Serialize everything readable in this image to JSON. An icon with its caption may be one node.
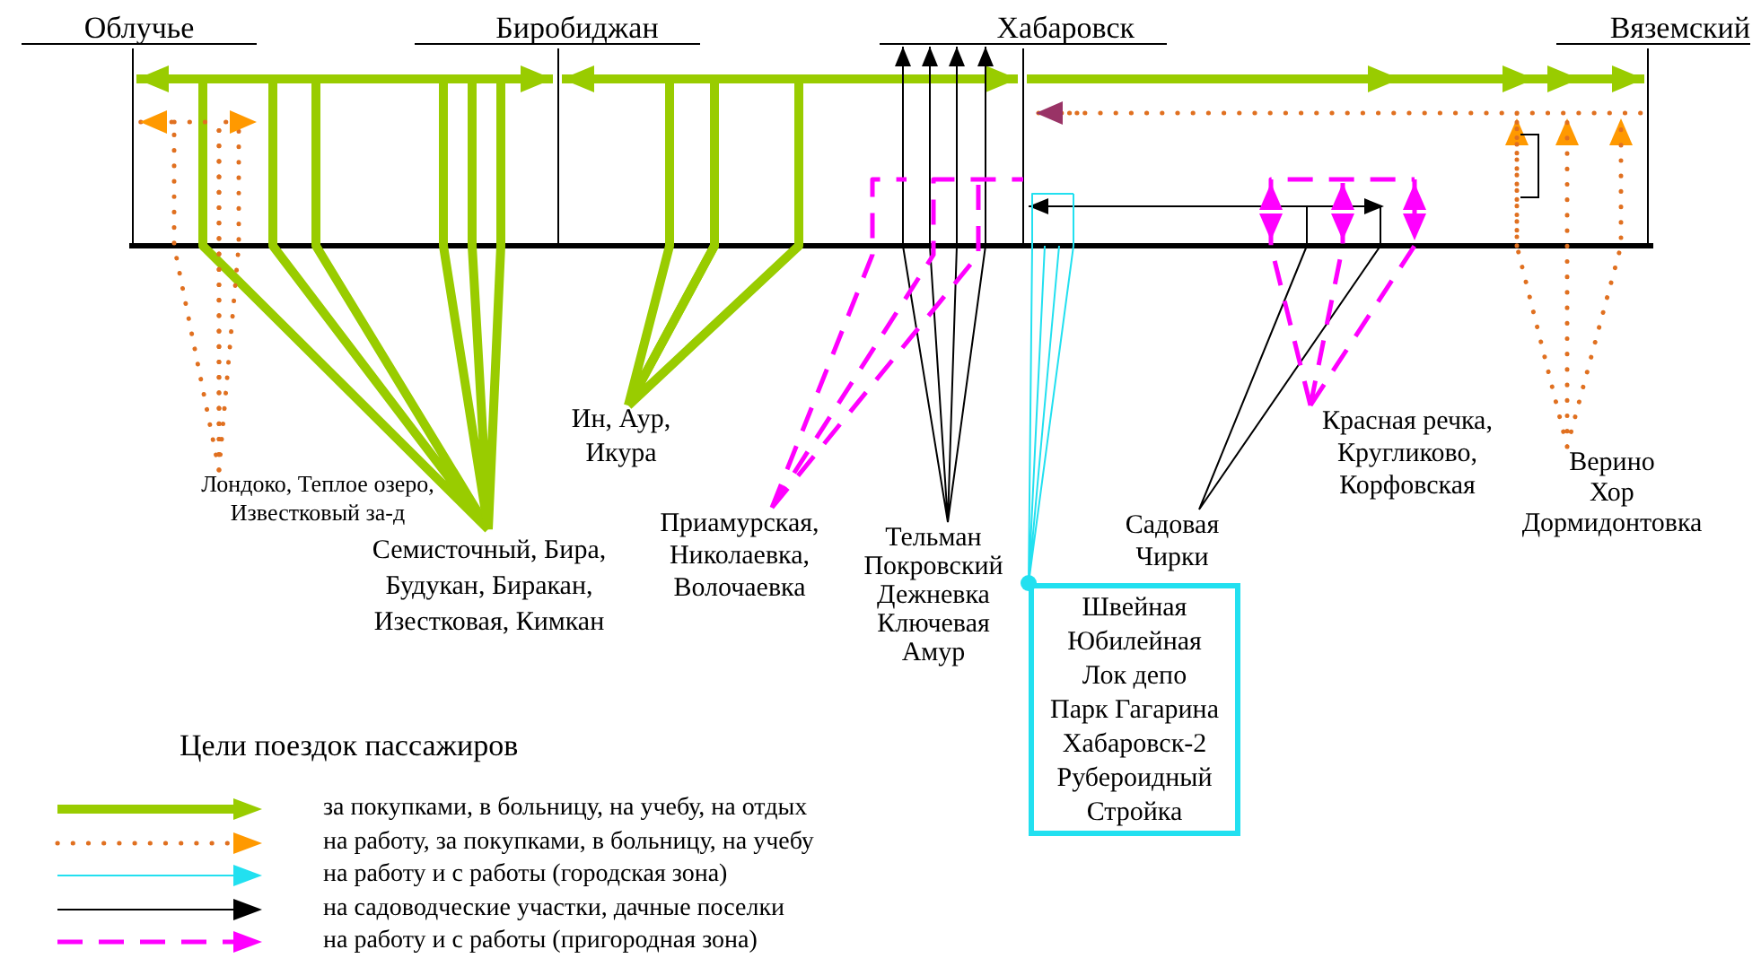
{
  "diagram": {
    "nodes": [
      {
        "text": [
          "Облучье"
        ]
      },
      {
        "text": [
          "Биробиджан"
        ]
      },
      {
        "text": [
          "Хабаровск"
        ]
      },
      {
        "text": [
          "Вяземский"
        ]
      },
      {
        "text": [
          "Лондоко, Теплое озеро, Известковый за-д"
        ]
      },
      {
        "text": [
          "Семисточный, Бира, Будукан, Биракан, Изестковая, Кимкан"
        ]
      },
      {
        "text": [
          "Ин, Аур, Икура"
        ]
      },
      {
        "text": [
          "Приамурская,",
          "Николаевка,",
          "Волочаевка"
        ]
      },
      {
        "text": [
          "Тельман",
          "Покровский",
          "Дежневка",
          "Ключевая",
          "Амур"
        ]
      },
      {
        "text": [
          "Швейная",
          "Юбилейная",
          "Лок депо",
          "Парк Гагарина",
          "Хабаровск-2",
          "Рубероидный",
          "Стройка"
        ]
      },
      {
        "text": [
          "Садовая",
          "Чирки"
        ]
      },
      {
        "text": [
          "Красная речка,",
          "Кругликово,",
          "Корфовская"
        ]
      },
      {
        "text": [
          "Верино",
          "Хор",
          "Дормидонтовка"
        ]
      }
    ],
    "edges": [
      {
        "from": 5,
        "to": 0,
        "arrow": "to",
        "style": "thick"
      },
      {
        "from": 5,
        "to": 1,
        "arrow": "to",
        "style": "thick"
      },
      {
        "from": 6,
        "to": 1,
        "arrow": "to",
        "style": "thick"
      },
      {
        "from": 6,
        "to": 2,
        "arrow": "to",
        "style": "thick"
      },
      {
        "from": 2,
        "to": 3,
        "arrow": "to",
        "style": "thick"
      },
      {
        "from": 4,
        "to": 0,
        "arrow": "to",
        "style": "dashed",
        "color": "#e07020"
      },
      {
        "from": 4,
        "to": null,
        "arrow": "to",
        "style": "dashed",
        "color": "#e07020"
      },
      {
        "from": 12,
        "to": null,
        "arrow": "to",
        "style": "dashed",
        "color": "#e07020"
      },
      {
        "from": 8,
        "to": 2,
        "arrow": "to",
        "color": "#000000"
      },
      {
        "from": 10,
        "to": null,
        "arrow": "to",
        "color": "#000000"
      },
      {
        "from": 7,
        "to": null,
        "arrow": "none",
        "style": "dashed",
        "color": "#ff00ff"
      },
      {
        "from": 11,
        "to": null,
        "arrow": "to",
        "style": "dashed",
        "color": "#ff00ff"
      },
      {
        "from": 9,
        "to": null,
        "arrow": "other",
        "color": "#22e0f0"
      }
    ],
    "labels": [
      "Цели поездок пассажиров"
    ],
    "legend": [
      {
        "text": "за покупками, в больницу, на учебу, на отдых"
      },
      {
        "text": "на работу, за покупками, в больницу, на учебу"
      },
      {
        "text": "на работу и с работы (городская зона)"
      },
      {
        "text": "на садоводческие участки, дачные поселки"
      },
      {
        "text": "на работу и с работы (пригородная зона)"
      }
    ]
  }
}
